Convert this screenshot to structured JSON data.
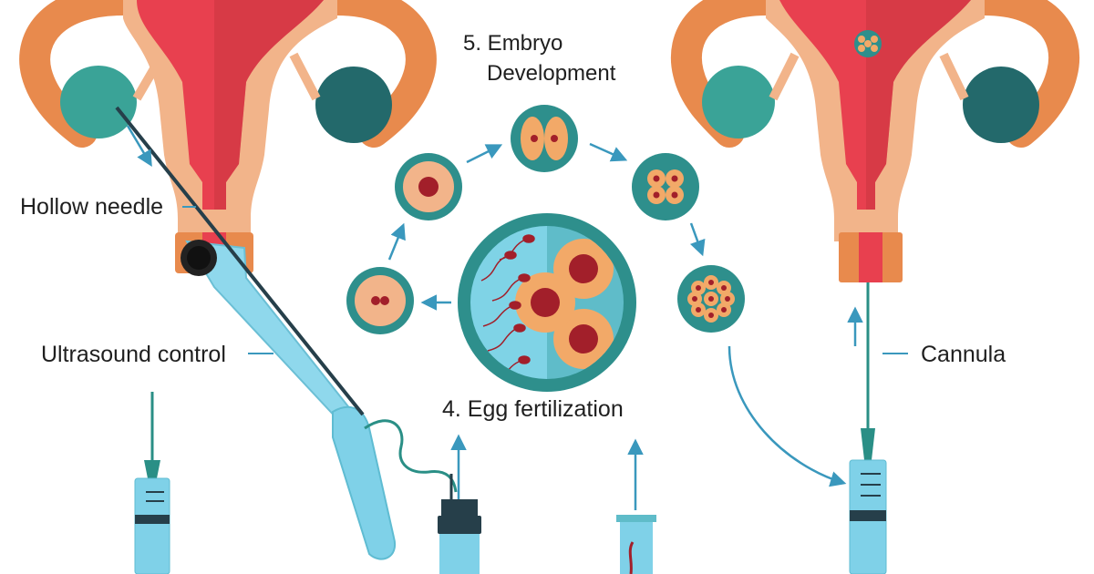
{
  "labels": {
    "hollow_needle": "Hollow needle",
    "ultrasound_control": "Ultrasound control",
    "cannula": "Cannula",
    "embryo_line1": "5. Embryo",
    "embryo_line2": "Development",
    "egg_fertilization": "4. Egg fertilization"
  },
  "colors": {
    "uterus_red": "#e8404f",
    "uterus_dark": "#c8343f",
    "tube_orange": "#e88a4d",
    "tissue_peach": "#f2b48a",
    "ovary_teal": "#3aa397",
    "ovary_dark": "#23696b",
    "arrow_blue": "#3a98bd",
    "syringe_blue": "#7fd1e8",
    "probe_blue": "#8fd8ec",
    "cell_orange": "#f2a968",
    "nucleus_red": "#a21f2a",
    "teal_ring": "#2e8f8c",
    "dish_left": "#7fd3e6",
    "dish_right": "#5fbcc9"
  },
  "icons": [
    "uterus-left-icon",
    "uterus-right-icon",
    "hollow-needle-icon",
    "ultrasound-probe-icon",
    "syringe-icon",
    "test-tube-icon",
    "petri-dish-icon",
    "embryo-cell-icon",
    "arrow-icon"
  ]
}
